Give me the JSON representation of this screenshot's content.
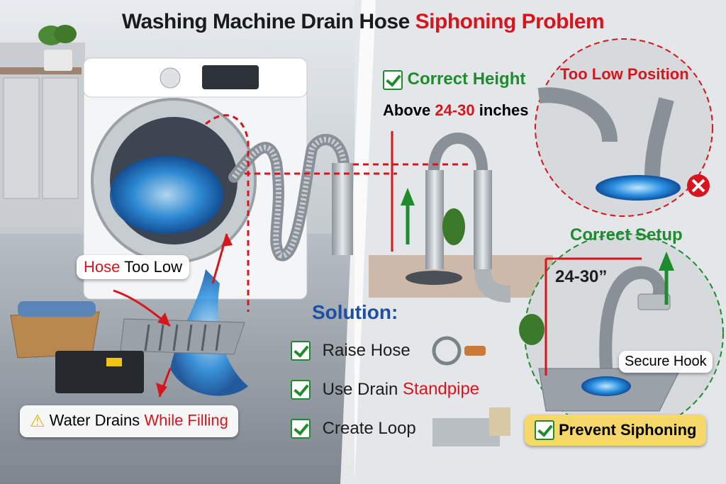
{
  "title": {
    "part1": "Washing Machine Drain Hose",
    "part2": "Siphoning Problem"
  },
  "left": {
    "hose_too_low": {
      "red": "Hose",
      "black": "Too Low"
    },
    "warning": {
      "black": "Water Drains",
      "red": "While Filling"
    }
  },
  "middle": {
    "correct_height": "Correct Height",
    "above": {
      "black1": "Above",
      "red": "24-30",
      "black2": "inches"
    }
  },
  "top_right": {
    "too_low_position": "Too Low Position"
  },
  "bottom_right": {
    "correct_setup": "Correct Setup",
    "measure": "24-30”",
    "secure_hook": "Secure Hook",
    "prevent": "Prevent Siphoning"
  },
  "solution": {
    "heading": "Solution:",
    "items": [
      {
        "text": "Raise Hose"
      },
      {
        "black": "Use Drain",
        "red": "Standpipe"
      },
      {
        "text": "Create Loop"
      }
    ]
  },
  "colors": {
    "red": "#d8141d",
    "green": "#1f8a2e",
    "blue": "#1d4fa3",
    "water": "#2a8fe0"
  }
}
